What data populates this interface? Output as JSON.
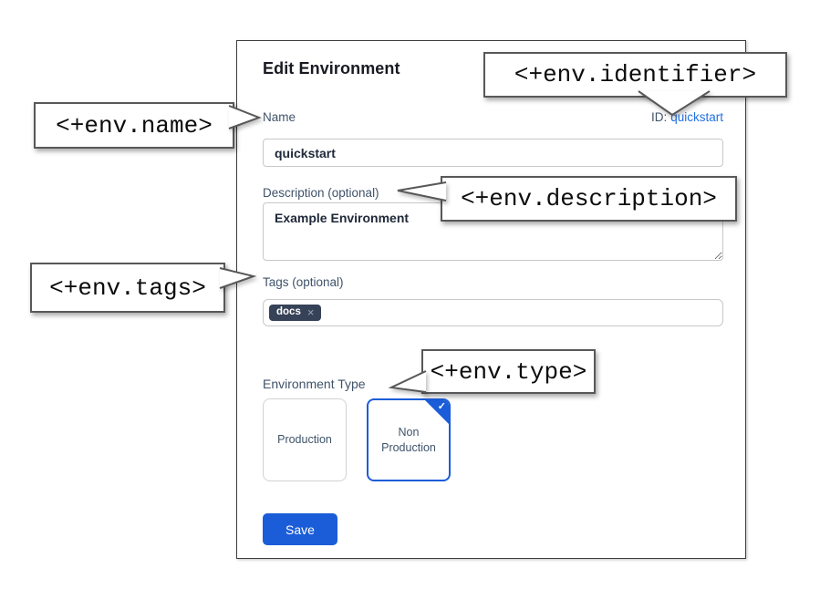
{
  "callouts": {
    "identifier": "<+env.identifier>",
    "name": "<+env.name>",
    "description": "<+env.description>",
    "tags": "<+env.tags>",
    "type": "<+env.type>"
  },
  "dialog": {
    "title": "Edit Environment",
    "name": {
      "label": "Name",
      "value": "quickstart"
    },
    "identifier": {
      "label": "ID:",
      "value": "quickstart"
    },
    "description": {
      "label": "Description (optional)",
      "value": "Example Environment"
    },
    "tags": {
      "label": "Tags (optional)",
      "chips": [
        {
          "text": "docs",
          "remove_icon": "×"
        }
      ]
    },
    "environment_type": {
      "label": "Environment Type",
      "options": [
        {
          "label": "Production",
          "selected": false
        },
        {
          "label": "Non Production",
          "selected": true
        }
      ],
      "check_icon": "✓"
    },
    "save_label": "Save"
  },
  "colors": {
    "primary_blue": "#1b5dd8",
    "link_blue": "#2270e3",
    "label_slate": "#3f536a",
    "chip_bg": "#364257",
    "callout_border": "#58585a",
    "dialog_border": "#3e3e40"
  }
}
